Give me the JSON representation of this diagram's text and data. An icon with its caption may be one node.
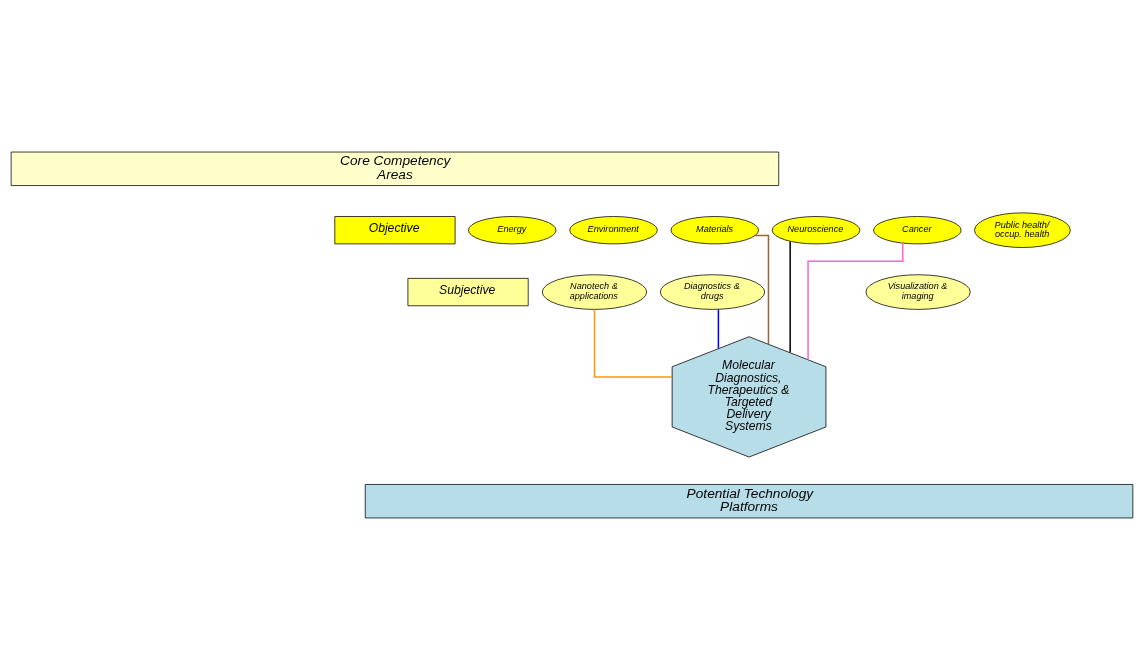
{
  "diagram": {
    "nodes": [
      {
        "text": [
          "Core Competency Areas"
        ]
      },
      {
        "text": [
          "Objective"
        ]
      },
      {
        "text": [
          "Subjective"
        ]
      },
      {
        "text": [
          "Energy"
        ]
      },
      {
        "text": [
          "Environment"
        ]
      },
      {
        "text": [
          "Materials"
        ]
      },
      {
        "text": [
          "Neuroscience"
        ]
      },
      {
        "text": [
          "Cancer"
        ]
      },
      {
        "text": [
          "Public health/ occup. health"
        ]
      },
      {
        "text": [
          "Nanotech & applications"
        ]
      },
      {
        "text": [
          "Diagnostics & drugs"
        ]
      },
      {
        "text": [
          "Visualization & imaging"
        ]
      },
      {
        "text": [
          "Molecular Diagnostics, Therapeutics & Targeted Delivery Systems"
        ]
      },
      {
        "text": [
          "Potential Technology Platforms"
        ]
      }
    ],
    "edges": [
      {
        "from": 9,
        "to": 12,
        "arrow": "none",
        "color": "#ff9900"
      },
      {
        "from": 5,
        "to": 12,
        "arrow": "none",
        "color": "#996633"
      },
      {
        "from": 10,
        "to": 12,
        "arrow": "none",
        "color": "#0000ff"
      },
      {
        "from": 6,
        "to": 12,
        "arrow": "none",
        "color": "#000000"
      },
      {
        "from": 7,
        "to": 12,
        "arrow": "none",
        "color": "#ff66cc"
      }
    ]
  }
}
